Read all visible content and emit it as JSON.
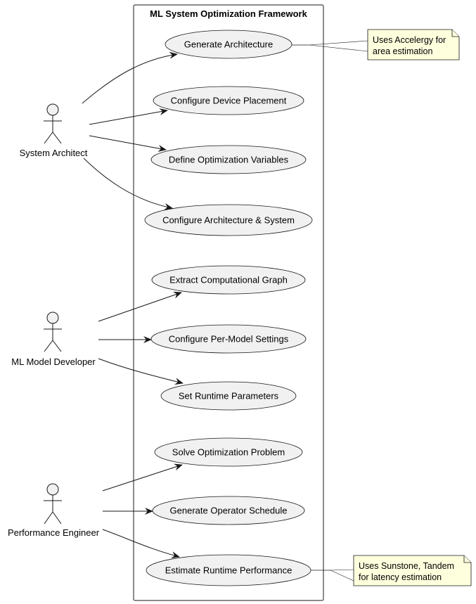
{
  "system": {
    "title": "ML System Optimization Framework"
  },
  "actors": [
    {
      "id": "system-architect",
      "label": "System Architect"
    },
    {
      "id": "ml-model-developer",
      "label": "ML Model Developer"
    },
    {
      "id": "performance-engineer",
      "label": "Performance Engineer"
    }
  ],
  "use_cases": [
    {
      "id": "generate-architecture",
      "label": "Generate Architecture"
    },
    {
      "id": "configure-device-placement",
      "label": "Configure Device Placement"
    },
    {
      "id": "define-optimization-variables",
      "label": "Define Optimization Variables"
    },
    {
      "id": "configure-architecture-system",
      "label": "Configure Architecture & System"
    },
    {
      "id": "extract-computational-graph",
      "label": "Extract Computational Graph"
    },
    {
      "id": "configure-per-model-settings",
      "label": "Configure Per-Model Settings"
    },
    {
      "id": "set-runtime-parameters",
      "label": "Set Runtime Parameters"
    },
    {
      "id": "solve-optimization-problem",
      "label": "Solve Optimization Problem"
    },
    {
      "id": "generate-operator-schedule",
      "label": "Generate Operator Schedule"
    },
    {
      "id": "estimate-runtime-performance",
      "label": "Estimate Runtime Performance"
    }
  ],
  "notes": [
    {
      "id": "accelergy-note",
      "lines": [
        "Uses Accelergy for",
        "area estimation"
      ]
    },
    {
      "id": "sunstone-note",
      "lines": [
        "Uses Sunstone, Tandem",
        "for latency estimation"
      ]
    }
  ],
  "colors": {
    "usecase_fill": "#f1f1f1",
    "note_fill": "#feffdd",
    "line": "#181818"
  }
}
